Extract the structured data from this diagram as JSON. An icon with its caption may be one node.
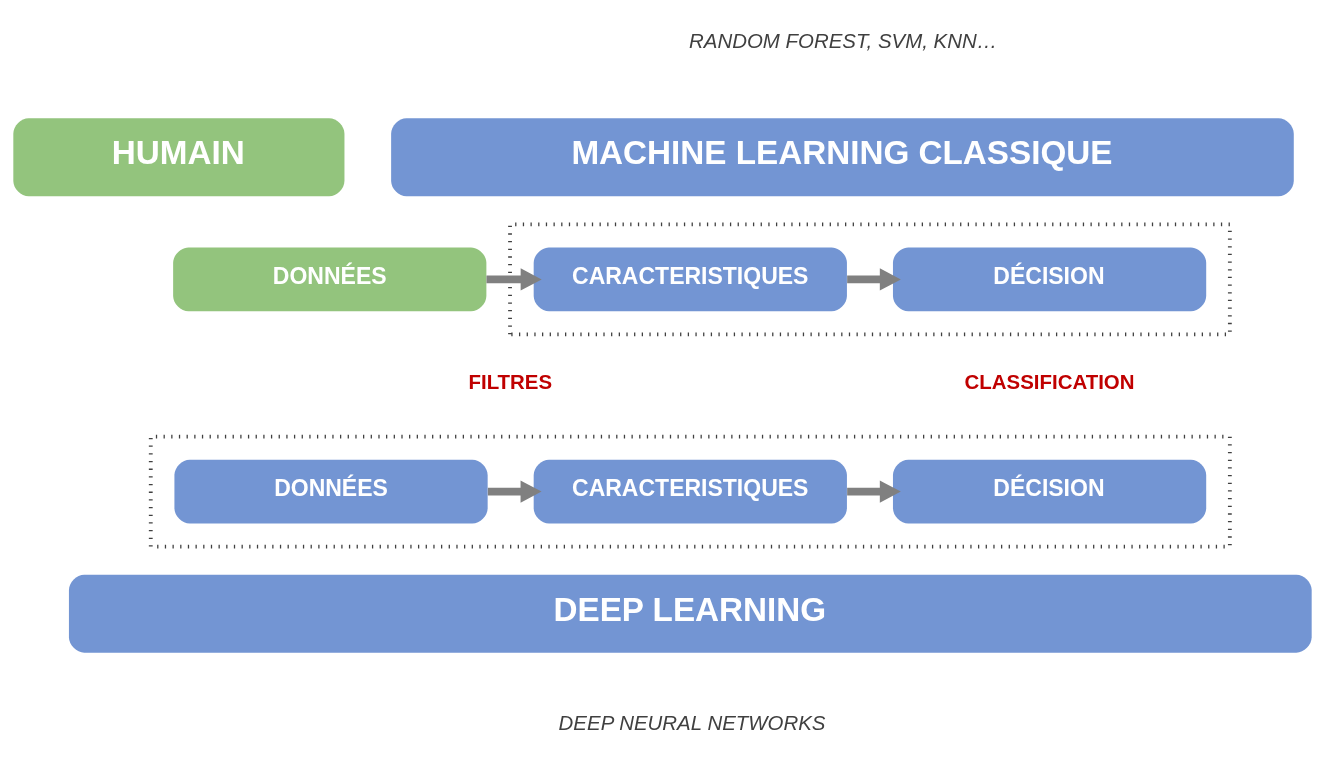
{
  "diagram": {
    "nodes": [
      {
        "text": [
          "HUMAIN"
        ]
      },
      {
        "text": [
          "MACHINE LEARNING CLASSIQUE"
        ]
      },
      {
        "text": [
          "DONNÉES"
        ]
      },
      {
        "text": [],
        "shape": "box"
      },
      {
        "text": [
          "CARACTERISTIQUES"
        ],
        "in": 3
      },
      {
        "text": [
          "DÉCISION"
        ],
        "in": 3
      },
      {
        "text": [],
        "shape": "box"
      },
      {
        "text": [
          "DONNÉES"
        ],
        "in": 6
      },
      {
        "text": [
          "CARACTERISTIQUES"
        ],
        "in": 6
      },
      {
        "text": [
          "DÉCISION"
        ],
        "in": 6
      },
      {
        "text": [
          "DEEP LEARNING"
        ]
      }
    ],
    "edges": [
      {
        "from": 2,
        "to": 4,
        "arrow": "to"
      },
      {
        "from": 4,
        "to": 5,
        "arrow": "to"
      },
      {
        "from": 7,
        "to": 8,
        "arrow": "to"
      },
      {
        "from": 8,
        "to": 9,
        "arrow": "to"
      }
    ],
    "labels": [
      "RANDOM FOREST, SVM, KNN…",
      "FILTRES",
      "CLASSIFICATION",
      "DEEP NEURAL NETWORKS"
    ]
  }
}
